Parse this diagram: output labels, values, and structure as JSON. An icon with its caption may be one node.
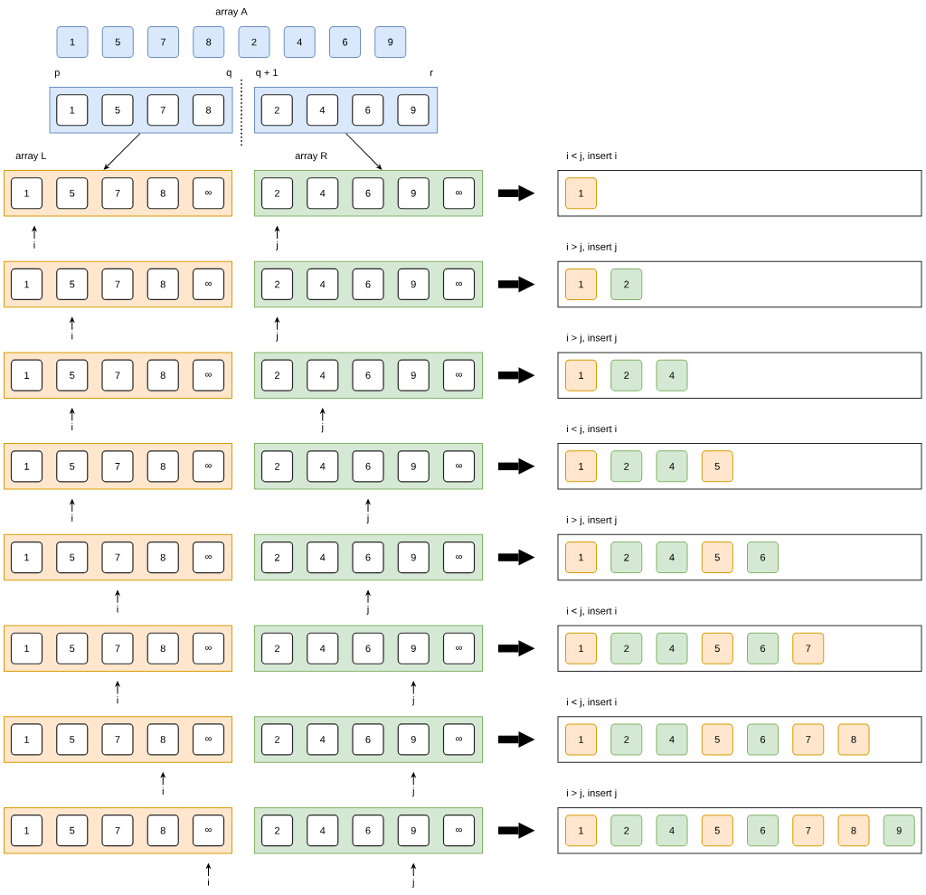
{
  "diagram": {
    "nodes": [
      {
        "text": [
          "1"
        ]
      },
      {
        "text": [
          "5"
        ]
      },
      {
        "text": [
          "7"
        ]
      },
      {
        "text": [
          "8"
        ]
      },
      {
        "text": [
          "2"
        ]
      },
      {
        "text": [
          "4"
        ]
      },
      {
        "text": [
          "6"
        ]
      },
      {
        "text": [
          "9"
        ]
      },
      {
        "text": [],
        "shape": "box"
      },
      {
        "text": [
          "1"
        ],
        "in": 8
      },
      {
        "text": [
          "5"
        ],
        "in": 8
      },
      {
        "text": [
          "7"
        ],
        "in": 8
      },
      {
        "text": [
          "8"
        ],
        "in": 8
      },
      {
        "text": [],
        "shape": "box"
      },
      {
        "text": [
          "2"
        ],
        "in": 13
      },
      {
        "text": [
          "4"
        ],
        "in": 13
      },
      {
        "text": [
          "6"
        ],
        "in": 13
      },
      {
        "text": [
          "9"
        ],
        "in": 13
      },
      {
        "text": [
          "array L"
        ]
      },
      {
        "text": [
          "1"
        ],
        "in": 18
      },
      {
        "text": [
          "5"
        ],
        "in": 18
      },
      {
        "text": [
          "7"
        ],
        "in": 18
      },
      {
        "text": [
          "8"
        ],
        "in": 18
      },
      {
        "text": [
          "∞"
        ],
        "in": 18
      },
      {
        "text": [
          "array R"
        ]
      },
      {
        "text": [
          "2"
        ],
        "in": 24
      },
      {
        "text": [
          "4"
        ],
        "in": 24
      },
      {
        "text": [
          "6"
        ],
        "in": 24
      },
      {
        "text": [
          "9"
        ],
        "in": 24
      },
      {
        "text": [
          "∞"
        ],
        "in": 24
      },
      {
        "text": [
          "i < j, insert i"
        ]
      },
      {
        "text": [
          "1"
        ],
        "in": 30
      },
      {
        "text": [
          "i"
        ]
      },
      {
        "text": [
          "j"
        ]
      },
      {
        "text": [],
        "shape": "box"
      },
      {
        "text": [
          "1"
        ],
        "in": 34
      },
      {
        "text": [
          "5"
        ],
        "in": 34
      },
      {
        "text": [
          "7"
        ],
        "in": 34
      },
      {
        "text": [
          "8"
        ],
        "in": 34
      },
      {
        "text": [
          "∞"
        ],
        "in": 34
      },
      {
        "text": [],
        "shape": "box"
      },
      {
        "text": [
          "2"
        ],
        "in": 40
      },
      {
        "text": [
          "4"
        ],
        "in": 40
      },
      {
        "text": [
          "6"
        ],
        "in": 40
      },
      {
        "text": [
          "9"
        ],
        "in": 40
      },
      {
        "text": [
          "∞"
        ],
        "in": 40
      },
      {
        "text": [
          "i > j, insert j"
        ]
      },
      {
        "text": [
          "1"
        ],
        "in": 46
      },
      {
        "text": [
          "2"
        ],
        "in": 46
      },
      {
        "text": [
          "i"
        ]
      },
      {
        "text": [
          "j"
        ]
      },
      {
        "text": [],
        "shape": "box"
      },
      {
        "text": [
          "1"
        ],
        "in": 51
      },
      {
        "text": [
          "5"
        ],
        "in": 51
      },
      {
        "text": [
          "7"
        ],
        "in": 51
      },
      {
        "text": [
          "8"
        ],
        "in": 51
      },
      {
        "text": [
          "∞"
        ],
        "in": 51
      },
      {
        "text": [],
        "shape": "box"
      },
      {
        "text": [
          "2"
        ],
        "in": 57
      },
      {
        "text": [
          "4"
        ],
        "in": 57
      },
      {
        "text": [
          "6"
        ],
        "in": 57
      },
      {
        "text": [
          "9"
        ],
        "in": 57
      },
      {
        "text": [
          "∞"
        ],
        "in": 57
      },
      {
        "text": [
          "i > j, insert j"
        ]
      },
      {
        "text": [
          "1"
        ],
        "in": 63
      },
      {
        "text": [
          "2"
        ],
        "in": 63
      },
      {
        "text": [
          "4"
        ],
        "in": 63
      },
      {
        "text": [
          "i"
        ]
      },
      {
        "text": [
          "j"
        ]
      },
      {
        "text": [],
        "shape": "box"
      },
      {
        "text": [
          "1"
        ],
        "in": 69
      },
      {
        "text": [
          "5"
        ],
        "in": 69
      },
      {
        "text": [
          "7"
        ],
        "in": 69
      },
      {
        "text": [
          "8"
        ],
        "in": 69
      },
      {
        "text": [
          "∞"
        ],
        "in": 69
      },
      {
        "text": [],
        "shape": "box"
      },
      {
        "text": [
          "2"
        ],
        "in": 75
      },
      {
        "text": [
          "4"
        ],
        "in": 75
      },
      {
        "text": [
          "6"
        ],
        "in": 75
      },
      {
        "text": [
          "9"
        ],
        "in": 75
      },
      {
        "text": [
          "∞"
        ],
        "in": 75
      },
      {
        "text": [
          "i < j, insert i"
        ]
      },
      {
        "text": [
          "1"
        ],
        "in": 81
      },
      {
        "text": [
          "2"
        ],
        "in": 81
      },
      {
        "text": [
          "4"
        ],
        "in": 81
      },
      {
        "text": [
          "5"
        ],
        "in": 81
      },
      {
        "text": [
          "i"
        ]
      },
      {
        "text": [
          "j"
        ]
      },
      {
        "text": [],
        "shape": "box"
      },
      {
        "text": [
          "1"
        ],
        "in": 88
      },
      {
        "text": [
          "5"
        ],
        "in": 88
      },
      {
        "text": [
          "7"
        ],
        "in": 88
      },
      {
        "text": [
          "8"
        ],
        "in": 88
      },
      {
        "text": [
          "∞"
        ],
        "in": 88
      },
      {
        "text": [],
        "shape": "box"
      },
      {
        "text": [
          "2"
        ],
        "in": 94
      },
      {
        "text": [
          "4"
        ],
        "in": 94
      },
      {
        "text": [
          "6"
        ],
        "in": 94
      },
      {
        "text": [
          "9"
        ],
        "in": 94
      },
      {
        "text": [
          "∞"
        ],
        "in": 94
      },
      {
        "text": [
          "i > j, insert j"
        ]
      },
      {
        "text": [
          "1"
        ],
        "in": 100
      },
      {
        "text": [
          "2"
        ],
        "in": 100
      },
      {
        "text": [
          "4"
        ],
        "in": 100
      },
      {
        "text": [
          "5"
        ],
        "in": 100
      },
      {
        "text": [
          "6"
        ],
        "in": 100
      },
      {
        "text": [
          "i"
        ]
      },
      {
        "text": [
          "j"
        ]
      },
      {
        "text": [],
        "shape": "box"
      },
      {
        "text": [
          "1"
        ],
        "in": 108
      },
      {
        "text": [
          "5"
        ],
        "in": 108
      },
      {
        "text": [
          "7"
        ],
        "in": 108
      },
      {
        "text": [
          "8"
        ],
        "in": 108
      },
      {
        "text": [
          "∞"
        ],
        "in": 108
      },
      {
        "text": [],
        "shape": "box"
      },
      {
        "text": [
          "2"
        ],
        "in": 114
      },
      {
        "text": [
          "4"
        ],
        "in": 114
      },
      {
        "text": [
          "6"
        ],
        "in": 114
      },
      {
        "text": [
          "9"
        ],
        "in": 114
      },
      {
        "text": [
          "∞"
        ],
        "in": 114
      },
      {
        "text": [
          "i < j, insert i"
        ]
      },
      {
        "text": [
          "1"
        ],
        "in": 120
      },
      {
        "text": [
          "2"
        ],
        "in": 120
      },
      {
        "text": [
          "4"
        ],
        "in": 120
      },
      {
        "text": [
          "5"
        ],
        "in": 120
      },
      {
        "text": [
          "6"
        ],
        "in": 120
      },
      {
        "text": [
          "7"
        ],
        "in": 120
      },
      {
        "text": [
          "i"
        ]
      },
      {
        "text": [
          "j"
        ]
      },
      {
        "text": [],
        "shape": "box"
      },
      {
        "text": [
          "1"
        ],
        "in": 129
      },
      {
        "text": [
          "5"
        ],
        "in": 129
      },
      {
        "text": [
          "7"
        ],
        "in": 129
      },
      {
        "text": [
          "8"
        ],
        "in": 129
      },
      {
        "text": [
          "∞"
        ],
        "in": 129
      },
      {
        "text": [],
        "shape": "box"
      },
      {
        "text": [
          "2"
        ],
        "in": 135
      },
      {
        "text": [
          "4"
        ],
        "in": 135
      },
      {
        "text": [
          "6"
        ],
        "in": 135
      },
      {
        "text": [
          "9"
        ],
        "in": 135
      },
      {
        "text": [
          "∞"
        ],
        "in": 135
      },
      {
        "text": [
          "i < j, insert i"
        ]
      },
      {
        "text": [
          "1"
        ],
        "in": 141
      },
      {
        "text": [
          "2"
        ],
        "in": 141
      },
      {
        "text": [
          "4"
        ],
        "in": 141
      },
      {
        "text": [
          "5"
        ],
        "in": 141
      },
      {
        "text": [
          "6"
        ],
        "in": 141
      },
      {
        "text": [
          "7"
        ],
        "in": 141
      },
      {
        "text": [
          "8"
        ],
        "in": 141
      },
      {
        "text": [
          "i"
        ]
      },
      {
        "text": [
          "j"
        ]
      },
      {
        "text": [],
        "shape": "box"
      },
      {
        "text": [
          "1"
        ],
        "in": 151
      },
      {
        "text": [
          "5"
        ],
        "in": 151
      },
      {
        "text": [
          "7"
        ],
        "in": 151
      },
      {
        "text": [
          "8"
        ],
        "in": 151
      },
      {
        "text": [
          "∞"
        ],
        "in": 151
      },
      {
        "text": [],
        "shape": "box"
      },
      {
        "text": [
          "2"
        ],
        "in": 157
      },
      {
        "text": [
          "4"
        ],
        "in": 157
      },
      {
        "text": [
          "6"
        ],
        "in": 157
      },
      {
        "text": [
          "9"
        ],
        "in": 157
      },
      {
        "text": [
          "∞"
        ],
        "in": 157
      },
      {
        "text": [
          "i > j, insert j"
        ]
      },
      {
        "text": [
          "1"
        ],
        "in": 163
      },
      {
        "text": [
          "2"
        ],
        "in": 163
      },
      {
        "text": [
          "4"
        ],
        "in": 163
      },
      {
        "text": [
          "5"
        ],
        "in": 163
      },
      {
        "text": [
          "6"
        ],
        "in": 163
      },
      {
        "text": [
          "7"
        ],
        "in": 163
      },
      {
        "text": [
          "8"
        ],
        "in": 163
      },
      {
        "text": [
          "9"
        ],
        "in": 163
      },
      {
        "text": [
          "i"
        ]
      },
      {
        "text": [
          "j"
        ]
      }
    ],
    "edges": [
      {
        "from": 8,
        "to": 18,
        "arrow": "to"
      },
      {
        "from": 13,
        "to": 24,
        "arrow": "to"
      },
      {
        "from": 24,
        "to": 30,
        "arrow": "to",
        "style": "thick"
      },
      {
        "from": 32,
        "to": null,
        "arrow": "to"
      },
      {
        "from": 33,
        "to": null,
        "arrow": "to"
      },
      {
        "from": 40,
        "to": 46,
        "arrow": "to",
        "style": "thick"
      },
      {
        "from": 49,
        "to": null,
        "arrow": "to"
      },
      {
        "from": 50,
        "to": null,
        "arrow": "to"
      },
      {
        "from": 57,
        "to": 63,
        "arrow": "to",
        "style": "thick"
      },
      {
        "from": 67,
        "to": null,
        "arrow": "to"
      },
      {
        "from": 68,
        "to": null,
        "arrow": "to"
      },
      {
        "from": 75,
        "to": 81,
        "arrow": "to",
        "style": "thick"
      },
      {
        "from": 86,
        "to": null,
        "arrow": "to"
      },
      {
        "from": 87,
        "to": null,
        "arrow": "to"
      },
      {
        "from": 94,
        "to": 100,
        "arrow": "to",
        "style": "thick"
      },
      {
        "from": 106,
        "to": null,
        "arrow": "to"
      },
      {
        "from": 107,
        "to": null,
        "arrow": "to"
      },
      {
        "from": 114,
        "to": 120,
        "arrow": "to",
        "style": "thick"
      },
      {
        "from": 127,
        "to": null,
        "arrow": "to"
      },
      {
        "from": 128,
        "to": null,
        "arrow": "to"
      },
      {
        "from": 135,
        "to": 141,
        "arrow": "to",
        "style": "thick"
      },
      {
        "from": 149,
        "to": null,
        "arrow": "to"
      },
      {
        "from": 150,
        "to": null,
        "arrow": "to"
      },
      {
        "from": 157,
        "to": 163,
        "arrow": "to",
        "style": "thick"
      },
      {
        "from": 172,
        "to": null,
        "arrow": "to"
      },
      {
        "from": 173,
        "to": null,
        "arrow": "to"
      }
    ],
    "labels": [
      "array A",
      "p",
      "q",
      "q + 1",
      "r"
    ]
  }
}
